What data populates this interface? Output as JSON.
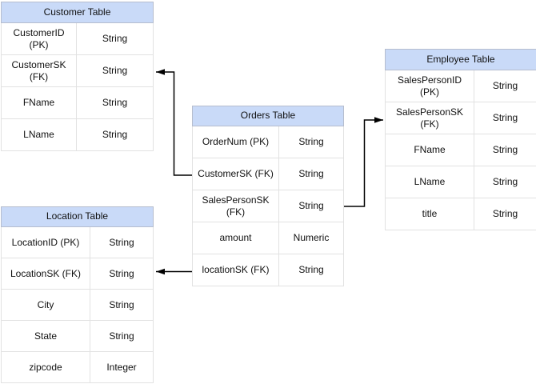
{
  "diagram": {
    "colors": {
      "header_fill": "#c9daf8",
      "header_border": "#b5bdce",
      "row_border": "#e2e2e2",
      "connector": "#000000",
      "canvas_bg": "#ffffff"
    },
    "tables": {
      "customer": {
        "title": "Customer Table",
        "rows": [
          {
            "field": "CustomerID (PK)",
            "type": "String"
          },
          {
            "field": "CustomerSK (FK)",
            "type": "String"
          },
          {
            "field": "FName",
            "type": "String"
          },
          {
            "field": "LName",
            "type": "String"
          }
        ]
      },
      "orders": {
        "title": "Orders Table",
        "rows": [
          {
            "field": "OrderNum (PK)",
            "type": "String"
          },
          {
            "field": "CustomerSK (FK)",
            "type": "String"
          },
          {
            "field": "SalesPersonSK (FK)",
            "type": "String"
          },
          {
            "field": "amount",
            "type": "Numeric"
          },
          {
            "field": "locationSK (FK)",
            "type": "String"
          }
        ]
      },
      "employee": {
        "title": "Employee Table",
        "rows": [
          {
            "field": "SalesPersonID (PK)",
            "type": "String"
          },
          {
            "field": "SalesPersonSK (FK)",
            "type": "String"
          },
          {
            "field": "FName",
            "type": "String"
          },
          {
            "field": "LName",
            "type": "String"
          },
          {
            "field": "title",
            "type": "String"
          }
        ]
      },
      "location": {
        "title": "Location Table",
        "rows": [
          {
            "field": "LocationID (PK)",
            "type": "String"
          },
          {
            "field": "LocationSK (FK)",
            "type": "String"
          },
          {
            "field": "City",
            "type": "String"
          },
          {
            "field": "State",
            "type": "String"
          },
          {
            "field": "zipcode",
            "type": "Integer"
          }
        ]
      }
    },
    "relationships": [
      {
        "from": "Orders Table.CustomerSK (FK)",
        "to": "Customer Table.CustomerSK (FK)"
      },
      {
        "from": "Orders Table.SalesPersonSK (FK)",
        "to": "Employee Table.SalesPersonSK (FK)"
      },
      {
        "from": "Orders Table.locationSK (FK)",
        "to": "Location Table.LocationSK (FK)"
      }
    ]
  }
}
